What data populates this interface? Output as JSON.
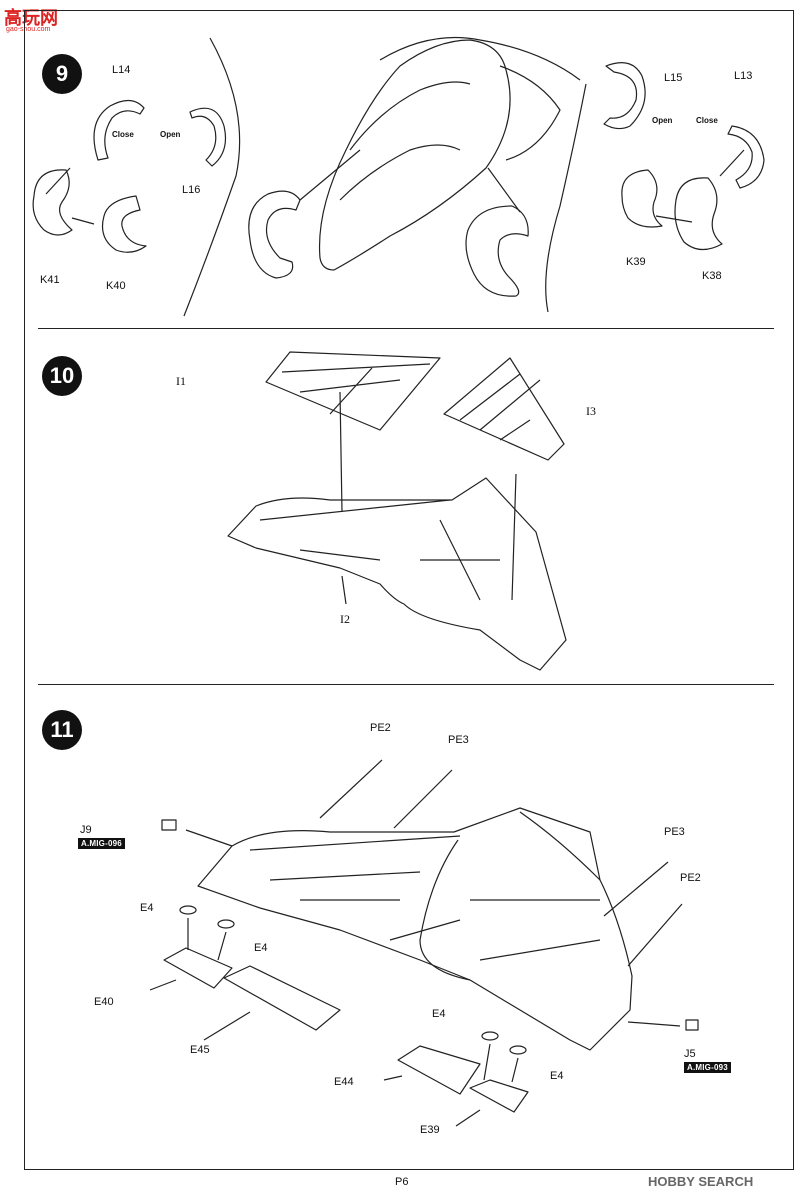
{
  "watermark": {
    "text": "高玩网",
    "url": "gao-shou.com"
  },
  "steps": {
    "s9": {
      "number": "9",
      "labels": {
        "l14": "L14",
        "l15": "L15",
        "l13": "L13",
        "l16": "L16",
        "k41": "K41",
        "k40": "K40",
        "k39": "K39",
        "k38": "K38",
        "close_left": "Close",
        "open_left": "Open",
        "open_right": "Open",
        "close_right": "Close"
      }
    },
    "s10": {
      "number": "10",
      "labels": {
        "i1": "I1",
        "i2": "I2",
        "i3": "I3"
      }
    },
    "s11": {
      "number": "11",
      "labels": {
        "pe2_top": "PE2",
        "pe3_top": "PE3",
        "pe3_right": "PE3",
        "pe2_right": "PE2",
        "j9": "J9",
        "j9_code": "A.MIG-096",
        "j5": "J5",
        "j5_code": "A.MIG-093",
        "e4_a": "E4",
        "e4_b": "E4",
        "e4_c": "E4",
        "e4_d": "E4",
        "e40": "E40",
        "e45": "E45",
        "e44": "E44",
        "e39": "E39"
      }
    }
  },
  "footer": {
    "page": "P6",
    "brand": "HOBBY SEARCH"
  }
}
